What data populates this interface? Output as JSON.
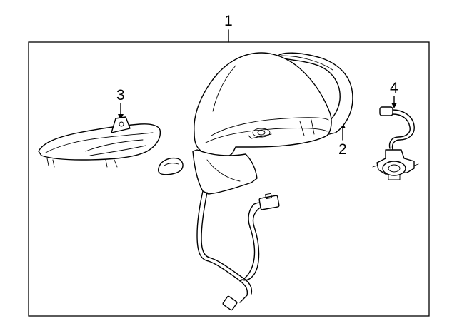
{
  "diagram": {
    "callouts": [
      {
        "id": "1",
        "label": "1"
      },
      {
        "id": "2",
        "label": "2"
      },
      {
        "id": "3",
        "label": "3"
      },
      {
        "id": "4",
        "label": "4"
      }
    ],
    "parts": [
      {
        "callout": "1",
        "icon": "mirror-assembly-icon"
      },
      {
        "callout": "2",
        "icon": "mirror-cover-icon"
      },
      {
        "callout": "3",
        "icon": "turn-signal-lamp-icon"
      },
      {
        "callout": "4",
        "icon": "lamp-socket-wire-icon"
      }
    ]
  }
}
